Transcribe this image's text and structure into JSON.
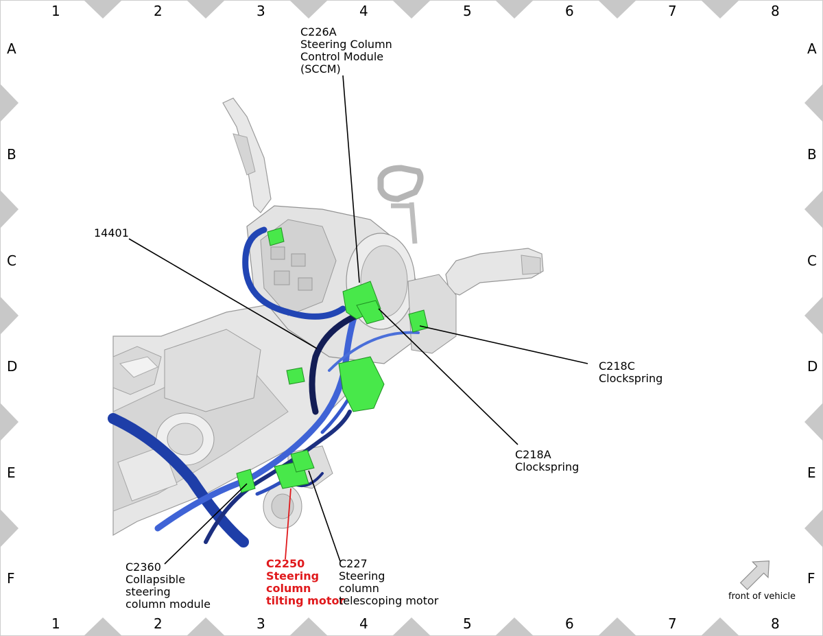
{
  "grid": {
    "columns": [
      "1",
      "2",
      "3",
      "4",
      "5",
      "6",
      "7",
      "8"
    ],
    "rows": [
      "A",
      "B",
      "C",
      "D",
      "E",
      "F"
    ]
  },
  "callouts": {
    "c226a": "C226A\nSteering Column\nControl Module\n(SCCM)",
    "c14401": "14401",
    "c218c": "C218C\nClockspring",
    "c218a": "C218A\nClockspring",
    "c2360": "C2360\nCollapsible\nsteering\ncolumn module",
    "c2250": "C2250\nSteering\ncolumn\ntilting motor",
    "c227": "C227\nSteering\ncolumn\ntelescoping motor"
  },
  "highlight_color": "#e0191c",
  "connector_color": "#48e84a",
  "harness_color": "#2f55c8",
  "front_vehicle": {
    "label": "front of vehicle",
    "icon": "front-arrow-icon"
  }
}
